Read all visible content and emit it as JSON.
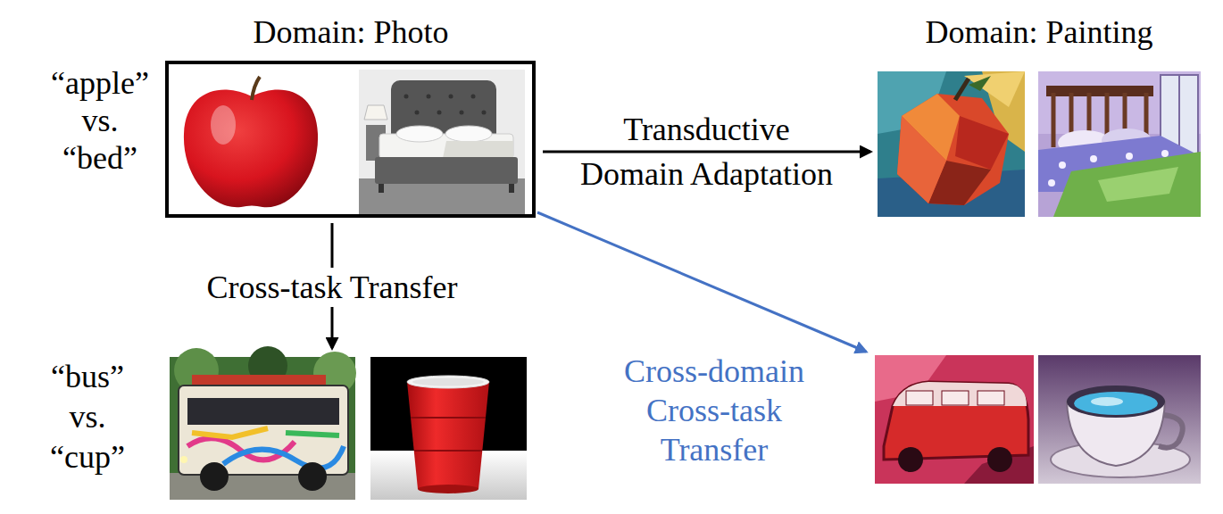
{
  "diagram": {
    "nodes": [
      {
        "text": [
          "Domain: Photo",
          "“apple” vs. “bed”"
        ]
      },
      {
        "text": [
          "Domain: Painting"
        ]
      },
      {
        "text": [
          "“bus” vs. “cup”"
        ]
      },
      {
        "text": []
      }
    ],
    "edges": [
      {
        "from": 0,
        "to": 1,
        "arrow": "to",
        "label": "Transductive Domain Adaptation"
      },
      {
        "from": 0,
        "to": 2,
        "arrow": "to",
        "label": "Cross-task Transfer"
      },
      {
        "from": 0,
        "to": 3,
        "arrow": "to",
        "label": "Cross-domain Cross-task Transfer"
      }
    ]
  }
}
